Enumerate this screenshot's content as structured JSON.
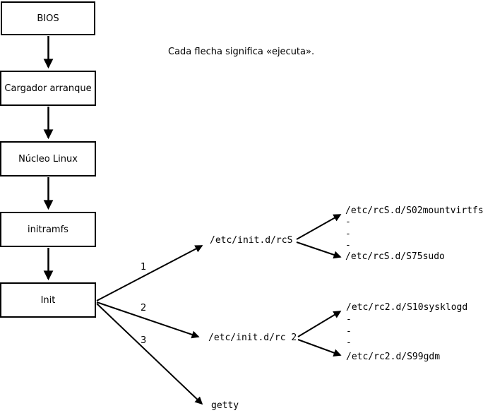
{
  "note": "Cada flecha significa «ejecuta».",
  "chain": [
    {
      "label": "BIOS"
    },
    {
      "label": "Cargador arranque"
    },
    {
      "label": "Núcleo Linux"
    },
    {
      "label": "initramfs"
    },
    {
      "label": "Init"
    }
  ],
  "init_branches": [
    {
      "order": "1",
      "target": "/etc/init.d/rcS"
    },
    {
      "order": "2",
      "target": "/etc/init.d/rc 2"
    },
    {
      "order": "3",
      "target": "getty"
    }
  ],
  "rcS_scripts": {
    "first": "/etc/rcS.d/S02mountvirtfs",
    "ellipsis": [
      "-",
      "-",
      "-"
    ],
    "last": "/etc/rcS.d/S75sudo"
  },
  "rc2_scripts": {
    "first": "/etc/rc2.d/S10sysklogd",
    "ellipsis": [
      "-",
      "-",
      "-"
    ],
    "last": "/etc/rc2.d/S99gdm"
  },
  "colors": {
    "background": "#ffffff",
    "line": "#000000",
    "text": "#000000"
  }
}
